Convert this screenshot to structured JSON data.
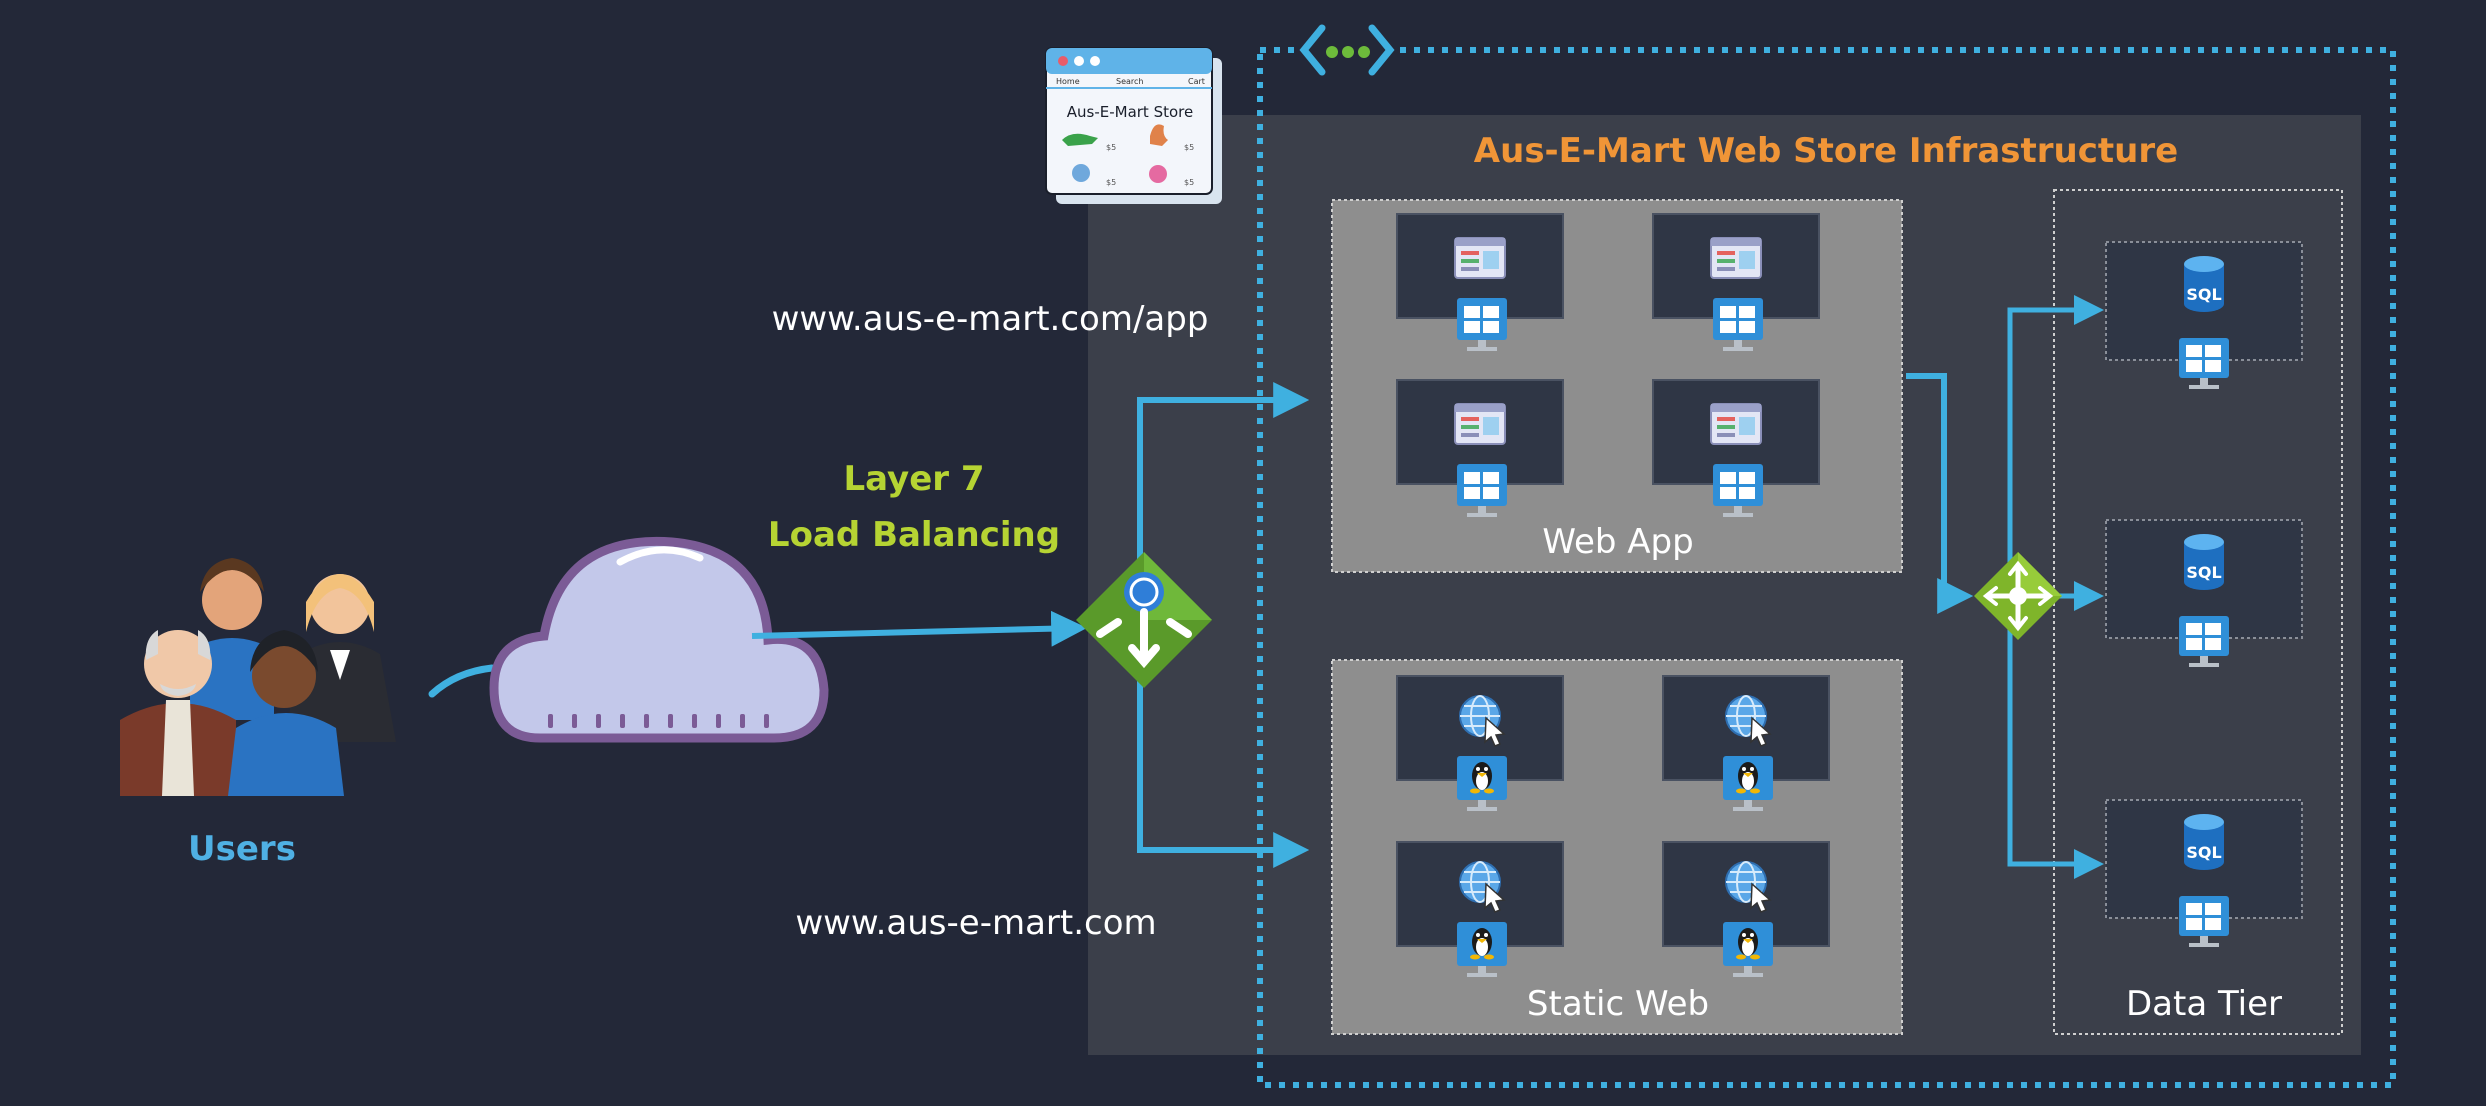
{
  "title": "Aus-E-Mart Web Store Infrastructure",
  "browser": {
    "tabs": [
      "Home",
      "Search",
      "Cart"
    ],
    "store_name": "Aus-E-Mart Store",
    "price_label": "$5"
  },
  "users_label": "Users",
  "lb_label_line1": "Layer 7",
  "lb_label_line2": "Load Balancing",
  "url_app": "www.aus-e-mart.com/app",
  "url_static": "www.aus-e-mart.com",
  "web_app_label": "Web App",
  "static_web_label": "Static Web",
  "data_tier_label": "Data Tier",
  "sql_label": "SQL",
  "colors": {
    "background": "#232838",
    "infra_panel": "#3b3f4a",
    "tier_box": "#8e8e8e",
    "accent_blue": "#3fb0e0",
    "accent_orange": "#f09537",
    "accent_lime": "#b6d433",
    "users_blue": "#4fb0e4",
    "gateway_green": "#5a9a2a",
    "cloud_fill": "#c3c8ea",
    "cloud_outline": "#7b5b96"
  },
  "icons": [
    "browser-window-icon",
    "users-group-icon",
    "internet-cloud-icon",
    "application-gateway-icon",
    "load-balancer-icon",
    "virtual-network-icon",
    "windows-vm-icon",
    "linux-vm-icon",
    "sql-database-icon",
    "web-app-icon",
    "globe-cursor-icon"
  ]
}
